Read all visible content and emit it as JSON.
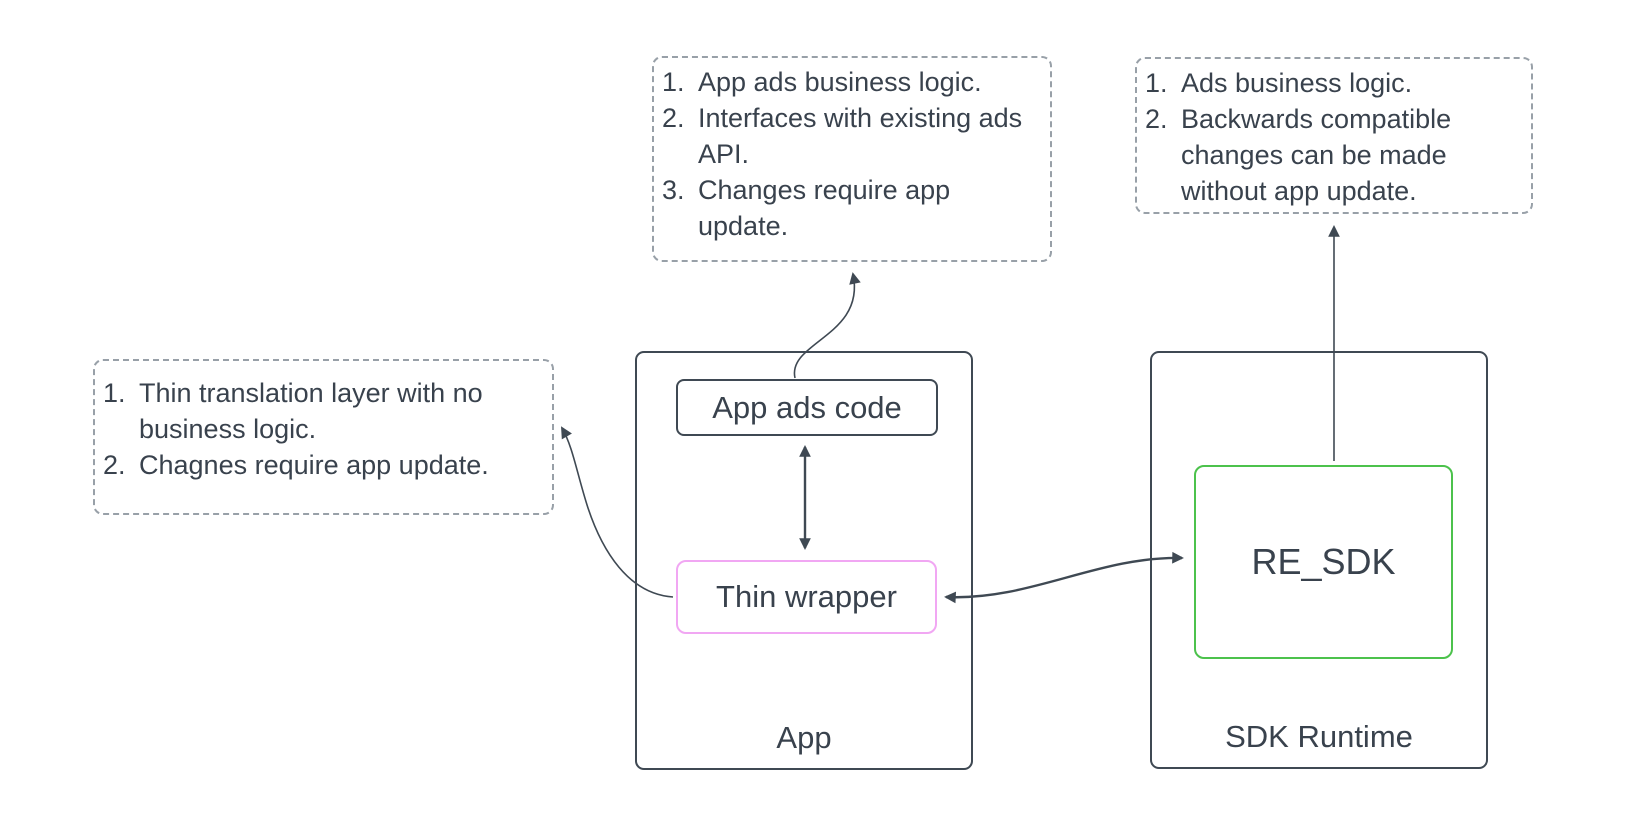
{
  "colors": {
    "slate": "#3F4953",
    "text": "#39424D",
    "pink": "#F1A7F3",
    "green": "#4CC24C",
    "note_border": "#98A0A8",
    "background": "#FFFFFF"
  },
  "notes": {
    "app_ads": {
      "items": [
        {
          "num": "1.",
          "text": "App ads business logic."
        },
        {
          "num": "2.",
          "text": "Interfaces with existing ads API."
        },
        {
          "num": "3.",
          "text": "Changes require app update."
        }
      ]
    },
    "sdk_runtime": {
      "items": [
        {
          "num": "1.",
          "text": "Ads business logic."
        },
        {
          "num": "2.",
          "text": "Backwards compatible changes can be made without app update."
        }
      ]
    },
    "thin_wrapper": {
      "items": [
        {
          "num": "1.",
          "text": "Thin translation layer with no business logic."
        },
        {
          "num": "2.",
          "text": "Chagnes require app update."
        }
      ]
    }
  },
  "shapes": {
    "app_ads_code": "App ads code",
    "thin_wrapper": "Thin wrapper",
    "re_sdk": "RE_SDK"
  },
  "containers": {
    "app": "App",
    "sdk_runtime": "SDK Runtime"
  }
}
